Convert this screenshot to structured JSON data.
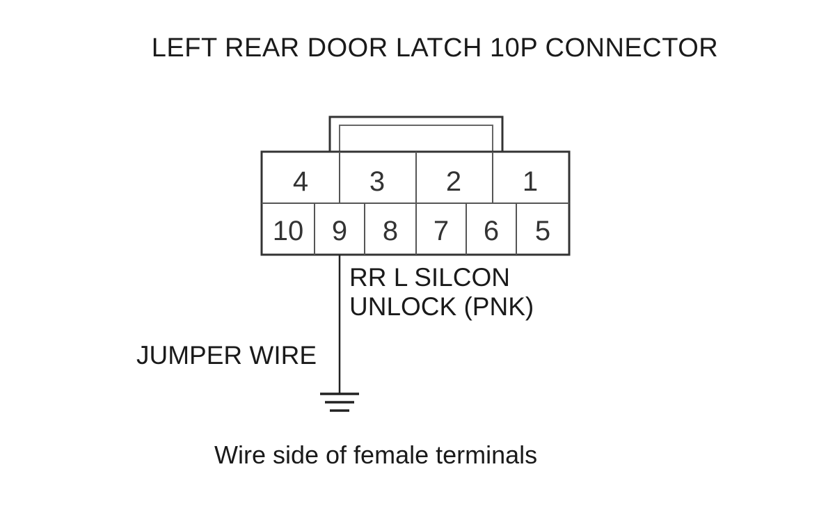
{
  "title": "LEFT REAR DOOR LATCH 10P CONNECTOR",
  "caption": "Wire side of female terminals",
  "wire_label": {
    "line1": "RR L SILCON",
    "line2": "UNLOCK (PNK)"
  },
  "jumper_label": "JUMPER WIRE",
  "terminals": {
    "top_row": [
      "4",
      "3",
      "2",
      "1"
    ],
    "bottom_row": [
      "10",
      "9",
      "8",
      "7",
      "6",
      "5"
    ]
  },
  "symbols": {
    "ground": "ground-symbol"
  }
}
